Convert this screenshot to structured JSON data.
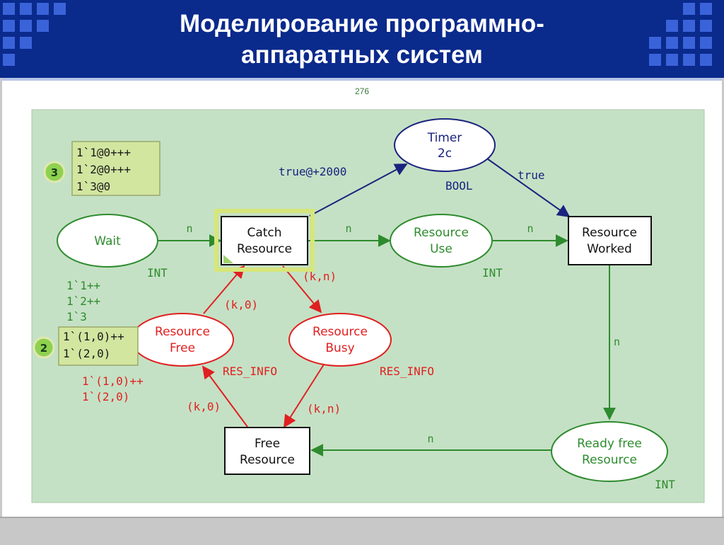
{
  "title": {
    "line1": "Моделирование программно-",
    "line2": "аппаратных систем"
  },
  "page_number": "276",
  "colors": {
    "header": "#0a2a8c",
    "canvas": "#c5e1c5",
    "green": "#2e8b2e",
    "red": "#e02020",
    "navy": "#1a237e"
  },
  "places": {
    "wait": {
      "name": "Wait",
      "type": "INT"
    },
    "timer": {
      "line1": "Timer",
      "line2": "2c",
      "type": "BOOL"
    },
    "resource_use": {
      "line1": "Resource",
      "line2": "Use",
      "type": "INT"
    },
    "resource_free": {
      "line1": "Resource",
      "line2": "Free",
      "type": "RES_INFO"
    },
    "resource_busy": {
      "line1": "Resource",
      "line2": "Busy",
      "type": "RES_INFO"
    },
    "ready_free_resource": {
      "line1": "Ready free",
      "line2": "Resource",
      "type": "INT"
    }
  },
  "transitions": {
    "catch_resource": {
      "line1": "Catch",
      "line2": "Resource"
    },
    "resource_worked": {
      "line1": "Resource",
      "line2": "Worked"
    },
    "free_resource": {
      "line1": "Free",
      "line2": "Resource"
    }
  },
  "arcs": {
    "wait_to_catch": "n",
    "catch_to_timer": "true@+2000",
    "timer_to_worked": "true",
    "catch_to_use": "n",
    "use_to_worked": "n",
    "worked_to_ready": "n",
    "ready_to_free": "n",
    "free_to_catch": "(k,0)",
    "catch_to_busy": "(k,n)",
    "free_tr_to_free": "(k,0)",
    "busy_to_free_tr": "(k,n)"
  },
  "markings": {
    "wait": {
      "count": "3",
      "tokens": [
        "1`1@0+++",
        "1`2@0+++",
        "1`3@0"
      ]
    },
    "wait_initial": [
      "1`1++",
      "1`2++",
      "1`3"
    ],
    "resource_free": {
      "count": "2",
      "tokens": [
        "1`(1,0)++",
        "1`(2,0)"
      ]
    },
    "resource_free_initial": [
      "1`(1,0)++",
      "1`(2,0)"
    ]
  }
}
